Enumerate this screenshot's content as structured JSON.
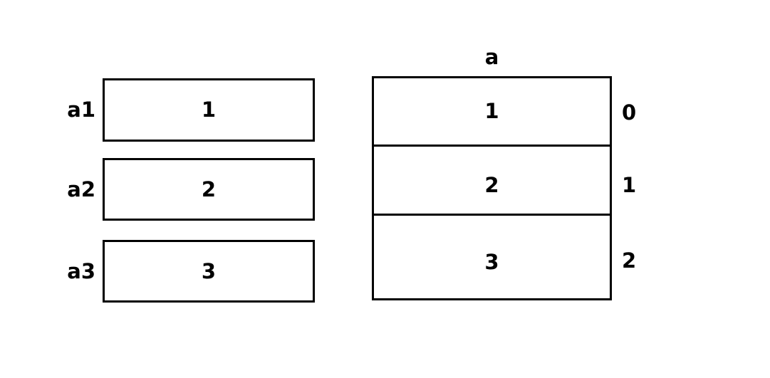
{
  "diagram": {
    "variables": {
      "items": [
        {
          "label": "a1",
          "value": "1"
        },
        {
          "label": "a2",
          "value": "2"
        },
        {
          "label": "a3",
          "value": "3"
        }
      ]
    },
    "array": {
      "title": "a",
      "cells": [
        {
          "value": "1",
          "index": "0"
        },
        {
          "value": "2",
          "index": "1"
        },
        {
          "value": "3",
          "index": "2"
        }
      ]
    },
    "colors": {
      "background": "#ffffff",
      "line": "#000000",
      "text": "#000000"
    }
  }
}
